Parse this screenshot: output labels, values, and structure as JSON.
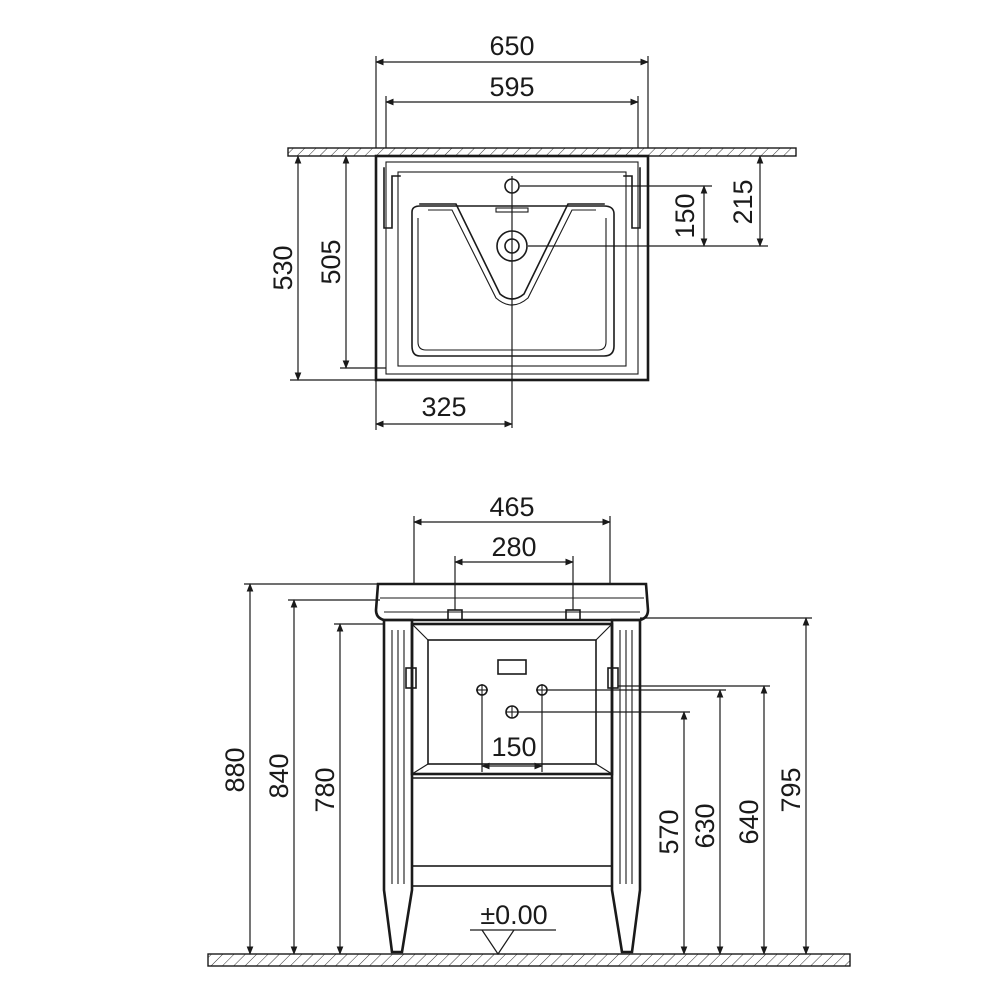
{
  "top_view": {
    "dimensions": {
      "overall_width": "650",
      "inner_width": "595",
      "overall_depth": "530",
      "inner_depth": "505",
      "center_offset": "325",
      "tap_hole_to_waste": "150",
      "waste_from_wall": "215"
    }
  },
  "front_view": {
    "dimensions": {
      "basin_width": "465",
      "bracket_spacing": "280",
      "waste_spacing": "150",
      "overall_height": "880",
      "rim_height": "840",
      "frame_top_height": "780",
      "waste_outlet_height": "570",
      "supply_height_left": "630",
      "supply_height_right": "640",
      "basin_top_height": "795"
    },
    "floor_level": "±0.00"
  }
}
